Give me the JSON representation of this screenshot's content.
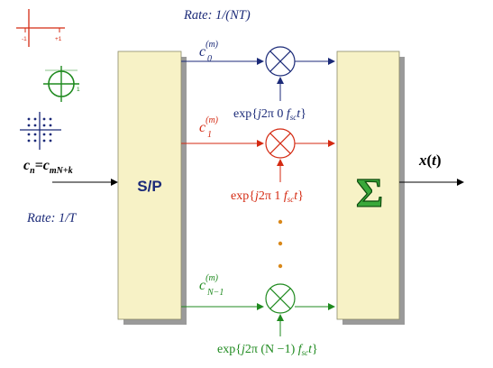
{
  "colors": {
    "navy": "#1b2a78",
    "red": "#d42a12",
    "green": "#1f8a1f",
    "orange": "#d9881a",
    "block_fill": "#f7f2c6",
    "block_shadow": "#9a9a9a",
    "sigma_fill": "#3aa83a",
    "sigma_stroke": "#0c4a0c",
    "black": "#000000"
  },
  "header": {
    "rate_top": "Rate: 1/(NT)"
  },
  "input": {
    "cn_c": "c",
    "cn_n": "n",
    "cn_eq": "=c",
    "cn_sub": "mN+k",
    "rate_left": "Rate: 1/T"
  },
  "blocks": {
    "sp_label": "S/P",
    "sum_symbol": "Σ"
  },
  "output": {
    "label_x": "x",
    "label_paren_open": "(",
    "label_t": "t",
    "label_paren_close": ")"
  },
  "branches": [
    {
      "coef_c": "c",
      "coef_sup": "(m)",
      "coef_sub": "0",
      "exp_head": "exp{",
      "exp_j": "j",
      "exp_mid": "2π 0 ",
      "exp_f": "f",
      "exp_fsub": "sc",
      "exp_t": "t",
      "exp_close": "}"
    },
    {
      "coef_c": "c",
      "coef_sup": "(m)",
      "coef_sub": "1",
      "exp_head": "exp{",
      "exp_j": "j",
      "exp_mid": "2π 1 ",
      "exp_f": "f",
      "exp_fsub": "sc",
      "exp_t": "t",
      "exp_close": "}"
    },
    {
      "coef_c": "c",
      "coef_sup": "(m)",
      "coef_sub": "N−1",
      "exp_head": "exp{",
      "exp_j": "j",
      "exp_mid": "2π (N −1) ",
      "exp_f": "f",
      "exp_fsub": "sc",
      "exp_t": "t",
      "exp_close": "}"
    }
  ],
  "constellations": {
    "bpsk_tick_neg": "-1",
    "bpsk_tick_pos": "+1",
    "circle_tick": "1"
  }
}
